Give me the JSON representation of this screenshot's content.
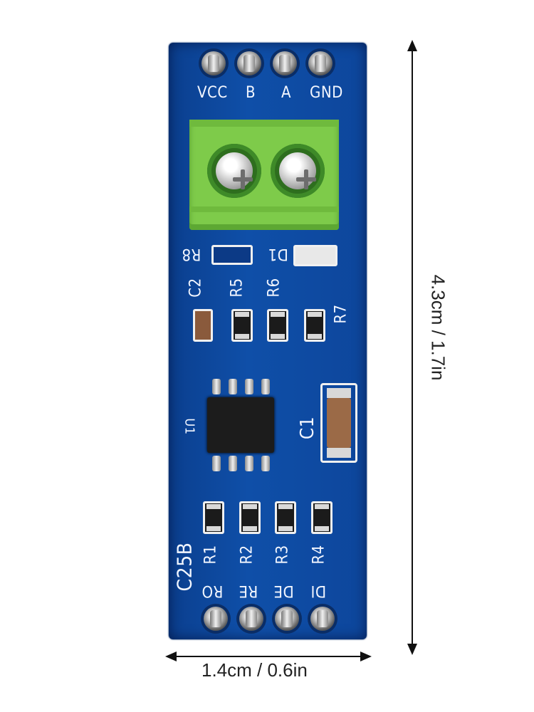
{
  "pcb": {
    "header_top_labels": [
      "VCC",
      "B",
      "A",
      "GND"
    ],
    "header_bottom_labels": [
      "RO",
      "RE",
      "DE",
      "DI"
    ],
    "board_code": "C25B",
    "labels": {
      "r8": "R8",
      "d1": "D1",
      "c2": "C2",
      "r5": "R5",
      "r6": "R6",
      "r7": "R7",
      "u1": "U1",
      "c1": "C1",
      "r1": "R1",
      "r2": "R2",
      "r3": "R3",
      "r4": "R4"
    },
    "colors": {
      "board": "#0f4fa8",
      "terminal": "#7ecb4a",
      "silkscreen": "#f2f6ff"
    }
  },
  "dimensions": {
    "height": "4.3cm / 1.7in",
    "width": "1.4cm / 0.6in"
  }
}
